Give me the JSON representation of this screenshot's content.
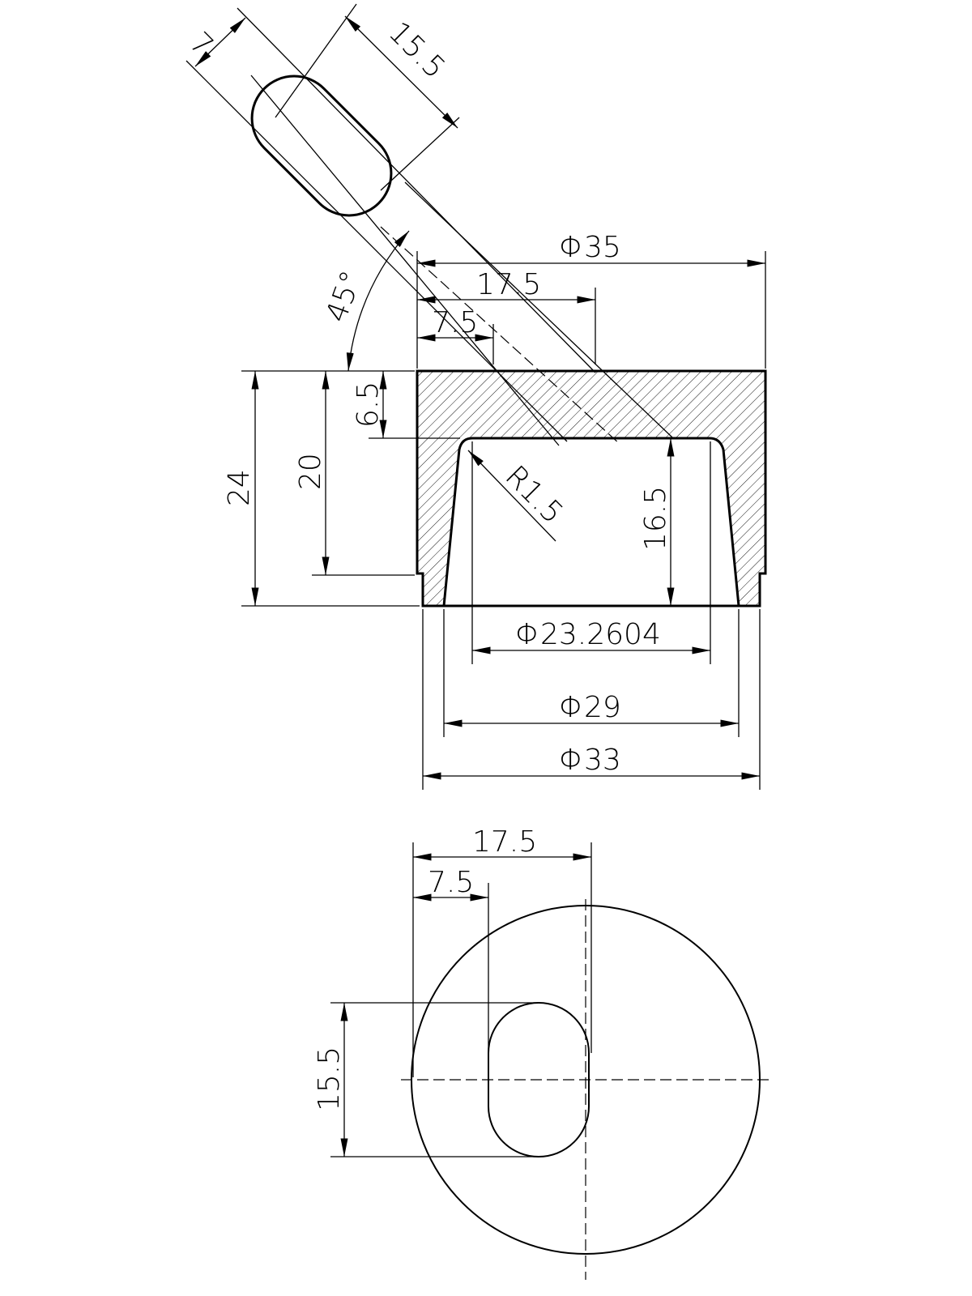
{
  "drawing": {
    "slot_view": {
      "width_label": "7",
      "length_label": "15.5",
      "angle_label": "45°"
    },
    "section_view": {
      "top_diameter": "Φ35",
      "offset_17_5": "17.5",
      "offset_7_5": "7.5",
      "top_thickness": "6.5",
      "height_total": "24",
      "height_20": "20",
      "fillet_radius": "R1.5",
      "cavity_depth": "16.5",
      "cavity_diameter": "Φ23.2604",
      "inner_diameter": "Φ29",
      "bottom_diameter": "Φ33"
    },
    "top_view": {
      "offset_17_5": "17.5",
      "offset_7_5": "7.5",
      "slot_length": "15.5"
    }
  }
}
